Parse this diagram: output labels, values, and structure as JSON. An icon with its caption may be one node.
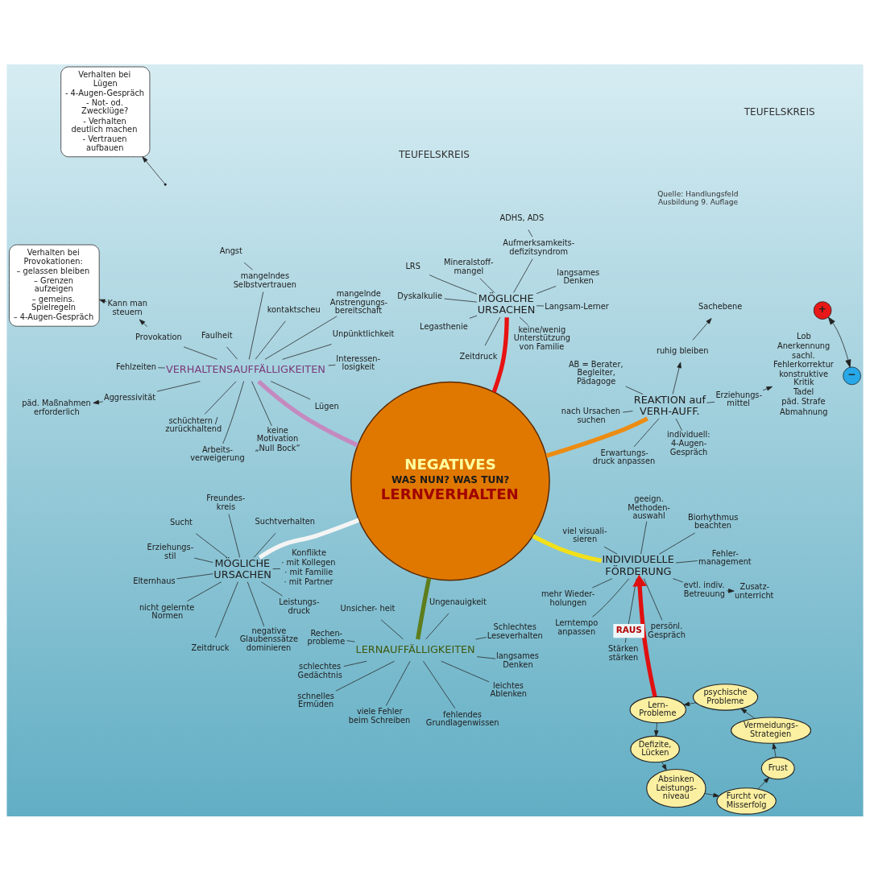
{
  "diagram": {
    "nodes": [
      {
        "text": [
          "NEGATIVES",
          "WAS NUN? WAS TUN?",
          "LERNVERHALTEN"
        ]
      },
      {
        "text": [
          "VERHALTENSAUFFÄLLIGKEITEN"
        ]
      },
      {
        "text": [
          "Lügen"
        ]
      },
      {
        "text": [
          "Aggressivität"
        ]
      },
      {
        "text": [
          "päd. Maßnahmen erforderlich"
        ]
      },
      {
        "text": [
          "Provokation"
        ]
      },
      {
        "text": [
          "Kann man steuern"
        ]
      },
      {
        "text": [
          "Verhalten bei Provokationen:",
          "– gelassen bleiben",
          "– Grenzen aufzeigen",
          "– gemeins. Spielregeln",
          "– 4-Augen-Gespräch"
        ]
      },
      {
        "text": [
          "keine Motivation",
          "„Null Bock“"
        ]
      },
      {
        "text": [
          "Interessen- losigkeit"
        ]
      },
      {
        "text": [
          "mangelnde Anstrengungs- bereitschaft"
        ]
      },
      {
        "text": [
          "Unpünktlichkeit"
        ]
      },
      {
        "text": [
          "Fehlzeiten"
        ]
      },
      {
        "text": [
          "Arbeits- verweigerung"
        ]
      },
      {
        "text": [
          "Faulheit"
        ]
      },
      {
        "text": [
          "kontaktscheu"
        ]
      },
      {
        "text": [
          "schüchtern / zurückhaltend"
        ]
      },
      {
        "text": [
          "mangelndes Selbstvertrauen"
        ]
      },
      {
        "text": [
          "Angst"
        ]
      },
      {
        "text": [
          "Verhalten bei Lügen",
          "- 4-Augen-Gespräch",
          "- Not- od. Zwecklüge?",
          "- Verhalten deutlich machen",
          "- Vertrauen aufbauen"
        ]
      },
      {
        "text": [
          "LERNAUFFÄLLIGKEITEN"
        ]
      },
      {
        "text": [
          "Schlechtes Leseverhalten"
        ]
      },
      {
        "text": [
          "langsames Denken"
        ]
      },
      {
        "text": [
          "fehlendes Grundlagenwissen"
        ]
      },
      {
        "text": [
          "schlechtes Gedächtnis"
        ]
      },
      {
        "text": [
          "Rechen- probleme"
        ]
      },
      {
        "text": [
          "viele Fehler beim Schreiben"
        ]
      },
      {
        "text": [
          "Ungenauigkeit"
        ]
      },
      {
        "text": [
          "leichtes Ablenken"
        ]
      },
      {
        "text": [
          "schnelles Ermüden"
        ]
      },
      {
        "text": [
          "Unsicher- heit"
        ]
      },
      {
        "text": [
          "MÖGLICHE URSACHEN"
        ]
      },
      {
        "text": [
          "LRS"
        ]
      },
      {
        "text": [
          "Dyskalkulie"
        ]
      },
      {
        "text": [
          "Legasthenie"
        ]
      },
      {
        "text": [
          "langsames Denken"
        ]
      },
      {
        "text": [
          "Langsam-Lerner"
        ]
      },
      {
        "text": [
          "Mineralstoff- mangel"
        ]
      },
      {
        "text": [
          "keine/wenig Unterstützung von Familie"
        ]
      },
      {
        "text": [
          "Zeitdruck"
        ]
      },
      {
        "text": [
          "Aufmerksamkeits- defizitsyndrom"
        ]
      },
      {
        "text": [
          "ADHS, ADS"
        ]
      },
      {
        "text": [
          "MÖGLICHE URSACHEN"
        ]
      },
      {
        "text": [
          "Freundes- kreis"
        ]
      },
      {
        "text": [
          "nicht gelernte Normen"
        ]
      },
      {
        "text": [
          "Suchtverhalten"
        ]
      },
      {
        "text": [
          "Sucht"
        ]
      },
      {
        "text": [
          "Elternhaus"
        ]
      },
      {
        "text": [
          "Erziehungs- stil"
        ]
      },
      {
        "text": [
          "negative Glaubenssätze dominieren"
        ]
      },
      {
        "text": [
          "Zeitdruck"
        ]
      },
      {
        "text": [
          "Leistungs- druck"
        ]
      },
      {
        "text": [
          "Konflikte",
          "· mit Kollegen",
          "· mit Familie",
          "· mit Partner"
        ]
      },
      {
        "text": [
          "REAKTION auf VERH-AUFF."
        ]
      },
      {
        "text": [
          "AB = Berater, Begleiter, Pädagoge"
        ]
      },
      {
        "text": [
          "individuell: 4-Augen- Gespräch"
        ]
      },
      {
        "text": [
          "Erziehungs- mittel"
        ]
      },
      {
        "text": [
          "Lob",
          "Anerkennung",
          "sachl. Fehlerkorrektur",
          "konstruktive Kritik",
          "Tadel",
          "päd. Strafe",
          "Abmahnung"
        ]
      },
      {
        "text": [
          "+"
        ]
      },
      {
        "text": [
          "−"
        ]
      },
      {
        "text": [
          "Erwartungs- druck anpassen"
        ]
      },
      {
        "text": [
          "ruhig bleiben"
        ]
      },
      {
        "text": [
          "Sachebene"
        ]
      },
      {
        "text": [
          "nach Ursachen suchen"
        ]
      },
      {
        "text": [
          "INDIVIDUELLE FÖRDERUNG"
        ]
      },
      {
        "text": [
          "persönl. Gespräch"
        ]
      },
      {
        "text": [
          "Stärken stärken"
        ]
      },
      {
        "text": [
          "geeign. Methoden- auswahl"
        ]
      },
      {
        "text": [
          "Lerntempo anpassen"
        ]
      },
      {
        "text": [
          "viel visuali- sieren"
        ]
      },
      {
        "text": [
          "Fehler- management"
        ]
      },
      {
        "text": [
          "mehr Wieder- holungen"
        ]
      },
      {
        "text": [
          "Biorhythmus beachten"
        ]
      },
      {
        "text": [
          "evtl. indiv. Betreuung"
        ]
      },
      {
        "text": [
          "Zusatz- unterricht"
        ]
      },
      {
        "text": [
          "Lern- Probleme"
        ]
      },
      {
        "text": [
          "Defizite, Lücken"
        ]
      },
      {
        "text": [
          "Absinken Leistungs- niveau"
        ]
      },
      {
        "text": [
          "Furcht vor Misserfolg"
        ]
      },
      {
        "text": [
          "Frust"
        ]
      },
      {
        "text": [
          "Vermeidungs- Strategien"
        ]
      },
      {
        "text": [
          "psychische Probleme"
        ]
      }
    ],
    "edges": [
      {
        "from": 0,
        "to": 1,
        "arrow": "none",
        "style": "thick",
        "color": "#c48ac0"
      },
      {
        "from": 1,
        "to": 2,
        "arrow": "none"
      },
      {
        "from": 1,
        "to": 3,
        "arrow": "none"
      },
      {
        "from": 3,
        "to": 4,
        "arrow": "to"
      },
      {
        "from": 1,
        "to": 5,
        "arrow": "none"
      },
      {
        "from": 5,
        "to": 6,
        "arrow": "to"
      },
      {
        "from": 6,
        "to": 7,
        "arrow": "to"
      },
      {
        "from": 1,
        "to": 8,
        "arrow": "none"
      },
      {
        "from": 1,
        "to": 9,
        "arrow": "none"
      },
      {
        "from": 1,
        "to": 10,
        "arrow": "none"
      },
      {
        "from": 1,
        "to": 11,
        "arrow": "none"
      },
      {
        "from": 1,
        "to": 12,
        "arrow": "none"
      },
      {
        "from": 1,
        "to": 13,
        "arrow": "none"
      },
      {
        "from": 1,
        "to": 14,
        "arrow": "none"
      },
      {
        "from": 1,
        "to": 15,
        "arrow": "none"
      },
      {
        "from": 1,
        "to": 16,
        "arrow": "none"
      },
      {
        "from": 1,
        "to": 17,
        "arrow": "none"
      },
      {
        "from": 17,
        "to": 18,
        "arrow": "none"
      },
      {
        "from": null,
        "to": 19,
        "arrow": "to"
      },
      {
        "from": 0,
        "to": 20,
        "arrow": "none",
        "style": "thick",
        "color": "#5e7d1c"
      },
      {
        "from": 20,
        "to": 21,
        "arrow": "none"
      },
      {
        "from": 20,
        "to": 22,
        "arrow": "none"
      },
      {
        "from": 20,
        "to": 23,
        "arrow": "none"
      },
      {
        "from": 20,
        "to": 24,
        "arrow": "none"
      },
      {
        "from": 20,
        "to": 25,
        "arrow": "none"
      },
      {
        "from": 20,
        "to": 26,
        "arrow": "none"
      },
      {
        "from": 20,
        "to": 27,
        "arrow": "none"
      },
      {
        "from": 20,
        "to": 28,
        "arrow": "none"
      },
      {
        "from": 20,
        "to": 29,
        "arrow": "none"
      },
      {
        "from": 20,
        "to": 30,
        "arrow": "none"
      },
      {
        "from": 0,
        "to": 31,
        "arrow": "none",
        "style": "thick",
        "color": "#e81212"
      },
      {
        "from": 31,
        "to": 32,
        "arrow": "none"
      },
      {
        "from": 31,
        "to": 33,
        "arrow": "none"
      },
      {
        "from": 31,
        "to": 34,
        "arrow": "none"
      },
      {
        "from": 31,
        "to": 35,
        "arrow": "none"
      },
      {
        "from": 31,
        "to": 36,
        "arrow": "none"
      },
      {
        "from": 31,
        "to": 37,
        "arrow": "none"
      },
      {
        "from": 31,
        "to": 38,
        "arrow": "none"
      },
      {
        "from": 31,
        "to": 39,
        "arrow": "none"
      },
      {
        "from": 31,
        "to": 40,
        "arrow": "none"
      },
      {
        "from": 40,
        "to": 41,
        "arrow": "none"
      },
      {
        "from": 0,
        "to": 42,
        "arrow": "none",
        "style": "thick",
        "color": "#f4f4f4"
      },
      {
        "from": 42,
        "to": 43,
        "arrow": "none"
      },
      {
        "from": 42,
        "to": 44,
        "arrow": "none"
      },
      {
        "from": 42,
        "to": 45,
        "arrow": "none"
      },
      {
        "from": 42,
        "to": 46,
        "arrow": "none"
      },
      {
        "from": 42,
        "to": 47,
        "arrow": "none"
      },
      {
        "from": 42,
        "to": 48,
        "arrow": "none"
      },
      {
        "from": 42,
        "to": 49,
        "arrow": "none"
      },
      {
        "from": 42,
        "to": 50,
        "arrow": "none"
      },
      {
        "from": 42,
        "to": 51,
        "arrow": "none"
      },
      {
        "from": 42,
        "to": 52,
        "arrow": "none"
      },
      {
        "from": 0,
        "to": 53,
        "arrow": "none",
        "style": "thick",
        "color": "#ec8c12"
      },
      {
        "from": 53,
        "to": 54,
        "arrow": "none"
      },
      {
        "from": 53,
        "to": 55,
        "arrow": "none"
      },
      {
        "from": 53,
        "to": 56,
        "arrow": "none"
      },
      {
        "from": 56,
        "to": 57,
        "arrow": "to"
      },
      {
        "from": 58,
        "to": 59,
        "arrow": "both"
      },
      {
        "from": 53,
        "to": 60,
        "arrow": "none"
      },
      {
        "from": 53,
        "to": 61,
        "arrow": "to"
      },
      {
        "from": 61,
        "to": 62,
        "arrow": "to"
      },
      {
        "from": 53,
        "to": 63,
        "arrow": "none"
      },
      {
        "from": 0,
        "to": 64,
        "arrow": "none",
        "style": "thick",
        "color": "#f2e01a"
      },
      {
        "from": 64,
        "to": 65,
        "arrow": "none"
      },
      {
        "from": 64,
        "to": 66,
        "arrow": "none"
      },
      {
        "from": 64,
        "to": 67,
        "arrow": "none"
      },
      {
        "from": 64,
        "to": 68,
        "arrow": "none"
      },
      {
        "from": 64,
        "to": 69,
        "arrow": "none"
      },
      {
        "from": 64,
        "to": 70,
        "arrow": "none"
      },
      {
        "from": 64,
        "to": 71,
        "arrow": "none"
      },
      {
        "from": 64,
        "to": 72,
        "arrow": "none"
      },
      {
        "from": 64,
        "to": 73,
        "arrow": "none"
      },
      {
        "from": 73,
        "to": 74,
        "arrow": "to"
      },
      {
        "from": 75,
        "to": 76,
        "arrow": "to"
      },
      {
        "from": 76,
        "to": 77,
        "arrow": "to"
      },
      {
        "from": 77,
        "to": 78,
        "arrow": "to"
      },
      {
        "from": 78,
        "to": 79,
        "arrow": "to"
      },
      {
        "from": 79,
        "to": 80,
        "arrow": "to"
      },
      {
        "from": 80,
        "to": 81,
        "arrow": "to"
      },
      {
        "from": 81,
        "to": 75,
        "arrow": "to"
      },
      {
        "from": 75,
        "to": 64,
        "arrow": "to",
        "label": "RAUS",
        "style": "thick",
        "color": "#e01010"
      }
    ],
    "labels": [
      "Quelle: Handlungsfeld Ausbildung 9. Auflage",
      "TEUFELSKREIS",
      "TEUFELSKREIS"
    ]
  }
}
